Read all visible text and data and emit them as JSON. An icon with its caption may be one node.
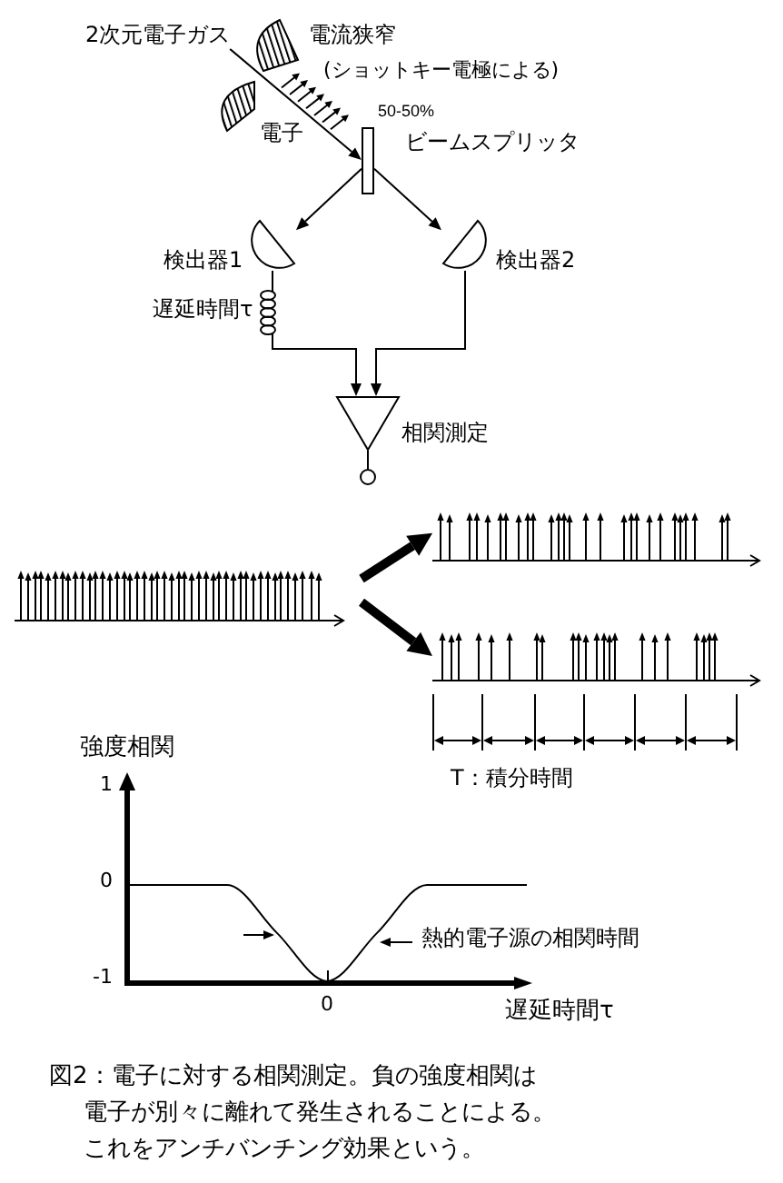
{
  "diagram": {
    "caption": "図2：電子に対する相関測定。負の強度相関は電子が別々に離れて発生されることによる。これをアンチバンチング効果という。",
    "nodes": [
      {
        "text": [
          "2次元電子ガス"
        ]
      },
      {
        "text": [],
        "shape": "bar",
        "beside": [
          "50-50%",
          "ビームスプリッタ"
        ]
      },
      {
        "text": [],
        "shape": "semicircle",
        "beside": [
          "検出器1"
        ]
      },
      {
        "text": [],
        "shape": "semicircle",
        "beside": [
          "検出器2"
        ]
      },
      {
        "text": [],
        "shape": "coil",
        "beside": [
          "遅延時間τ"
        ]
      },
      {
        "text": [],
        "shape": "triangle",
        "beside": [
          "相関測定"
        ]
      },
      {
        "text": [],
        "shape": "circle"
      },
      {
        "text": [],
        "shape": "picture"
      },
      {
        "text": [],
        "shape": "picture"
      },
      {
        "text": [],
        "shape": "picture"
      }
    ],
    "edges": [
      {
        "from": 0,
        "to": 1,
        "arrow": "to"
      },
      {
        "from": 1,
        "to": 2,
        "arrow": "to"
      },
      {
        "from": 1,
        "to": 3,
        "arrow": "to"
      },
      {
        "from": 2,
        "to": 4,
        "arrow": "none"
      },
      {
        "from": 4,
        "to": 5,
        "arrow": "to"
      },
      {
        "from": 3,
        "to": 5,
        "arrow": "to"
      },
      {
        "from": 5,
        "to": 6,
        "arrow": "none"
      },
      {
        "from": 7,
        "to": 8,
        "arrow": "to",
        "style": "thick"
      },
      {
        "from": 7,
        "to": 9,
        "arrow": "to",
        "style": "thick"
      }
    ],
    "labels": [
      "電流狭窄",
      "(ショットキー電極による)",
      "電子",
      "T：積分時間"
    ],
    "chart_data": {
      "type": "line",
      "xlabel": "遅延時間τ",
      "ylabel": "強度相関",
      "categories": [
        null,
        null,
        null,
        null,
        "0",
        null,
        null,
        null,
        null
      ],
      "series": [
        {
          "color": "#000000",
          "values": [
            0,
            0,
            0,
            -0.5,
            -1,
            -0.5,
            0,
            0,
            0
          ]
        }
      ],
      "ylim": [
        -1,
        1
      ],
      "yticks": [
        -1,
        0,
        1
      ],
      "annotations": [
        {
          "text": "熱的電子源の相関時間"
        }
      ]
    }
  }
}
